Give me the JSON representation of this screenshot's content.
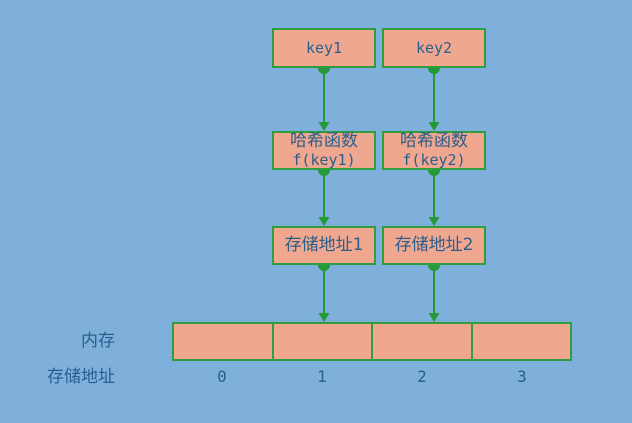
{
  "diagram": {
    "title_semantic": "hash-function-addressing-diagram",
    "colors": {
      "background": "#7FB0DB",
      "box_fill": "#EFA78F",
      "line_green": "#2F9E3C",
      "text_blue": "#2B5E8C"
    },
    "keys": [
      {
        "label": "key1"
      },
      {
        "label": "key2"
      }
    ],
    "hash_boxes": [
      {
        "line1": "哈希函数",
        "line2": "f(key1)"
      },
      {
        "line1": "哈希函数",
        "line2": "f(key2)"
      }
    ],
    "address_boxes": [
      {
        "label": "存储地址1"
      },
      {
        "label": "存储地址2"
      }
    ],
    "memory_label": "内存",
    "address_row_label": "存储地址",
    "memory_cells": [
      "0",
      "1",
      "2",
      "3"
    ]
  }
}
